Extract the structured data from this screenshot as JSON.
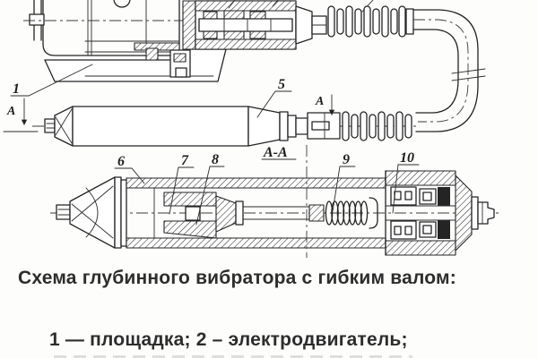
{
  "figure": {
    "callouts": {
      "label_1": "1",
      "label_5": "5",
      "label_6": "6",
      "label_7": "7",
      "label_8": "8",
      "label_9": "9",
      "label_10": "10",
      "section_arrow_left": "А",
      "section_arrow_mid": "А",
      "section_view": "А-А"
    },
    "colors": {
      "ink": "#242424",
      "paper": "#fdfdfc",
      "text": "#2d2d2d"
    }
  },
  "caption": {
    "title": "Схема глубинного вибратора с гибким валом:",
    "legend": "1 — площадка; 2 – электродвигатель;"
  }
}
